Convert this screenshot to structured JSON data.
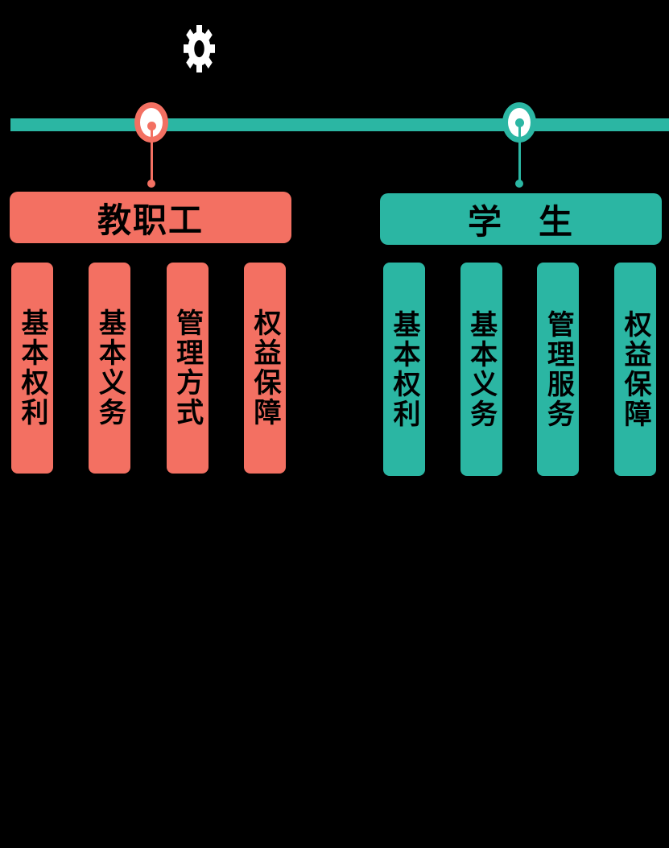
{
  "colors": {
    "bg": "#000000",
    "salmon": "#F37062",
    "teal": "#2BB6A3",
    "white": "#FFFFFF",
    "text": "#000000"
  },
  "icons": {
    "gear": "gear-icon"
  },
  "groups": [
    {
      "title": "教职工",
      "color": "#F37062",
      "items": [
        "基本权利",
        "基本义务",
        "管理方式",
        "权益保障"
      ]
    },
    {
      "title": "学　生",
      "color": "#2BB6A3",
      "items": [
        "基本权利",
        "基本义务",
        "管理服务",
        "权益保障"
      ]
    }
  ]
}
